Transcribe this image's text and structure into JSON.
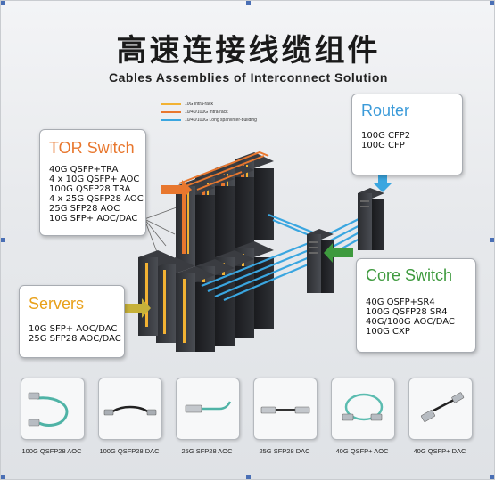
{
  "title_zh": "高速连接线缆组件",
  "title_en": "Cables Assemblies of Interconnect Solution",
  "legend": [
    {
      "label": "10G Intra-rack",
      "color": "#f2b233"
    },
    {
      "label": "10/40/100G Intra-rack",
      "color": "#e8772e"
    },
    {
      "label": "10/40/100G Long span/inter-building",
      "color": "#3aa6e0"
    }
  ],
  "tor_switch": {
    "title": "TOR Switch",
    "items": [
      "40G QSFP+TRA",
      "4 x 10G QSFP+ AOC",
      "100G QSFP28 TRA",
      "4 x 25G QSFP28 AOC",
      "25G SFP28 AOC",
      "10G SFP+ AOC/DAC"
    ]
  },
  "router": {
    "title": "Router",
    "items": [
      "100G CFP2",
      "100G CFP"
    ]
  },
  "core_switch": {
    "title": "Core Switch",
    "items": [
      "40G QSFP+SR4",
      "100G QSFP28 SR4",
      "40G/100G AOC/DAC",
      "100G CXP"
    ]
  },
  "servers": {
    "title": "Servers",
    "items": [
      "10G SFP+ AOC/DAC",
      "25G SFP28 AOC/DAC"
    ]
  },
  "products": [
    {
      "label": "100G QSFP28 AOC",
      "icon": "aoc-cable-icon"
    },
    {
      "label": "100G QSFP28 DAC",
      "icon": "dac-cable-icon"
    },
    {
      "label": "25G SFP28 AOC",
      "icon": "sfp-aoc-icon"
    },
    {
      "label": "25G SFP28 DAC",
      "icon": "sfp-dac-icon"
    },
    {
      "label": "40G QSFP+ AOC",
      "icon": "qsfp-aoc-icon"
    },
    {
      "label": "40G QSFP+ DAC",
      "icon": "qsfp-dac-icon"
    }
  ]
}
